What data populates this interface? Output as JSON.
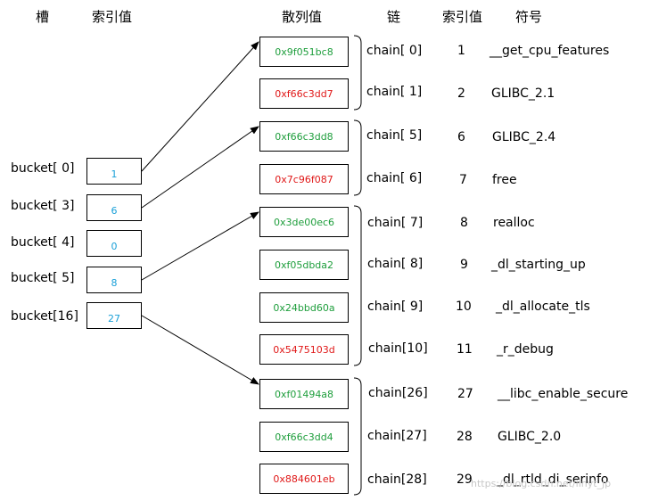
{
  "headers": {
    "slot": "槽",
    "index_left": "索引值",
    "hash": "散列值",
    "chain": "链",
    "index_right": "索引值",
    "symbol": "符号"
  },
  "colors": {
    "green": "#1e9e3c",
    "red": "#e01818",
    "blue": "#1aa0d8"
  },
  "buckets": [
    {
      "label": "bucket[ 0]",
      "value": "1"
    },
    {
      "label": "bucket[ 3]",
      "value": "6"
    },
    {
      "label": "bucket[ 4]",
      "value": "0"
    },
    {
      "label": "bucket[ 5]",
      "value": "8"
    },
    {
      "label": "bucket[16]",
      "value": "27"
    }
  ],
  "entries": [
    {
      "hash": "0x9f051bc8",
      "color": "green",
      "chain": "chain[ 0]",
      "index": "1",
      "symbol": "__get_cpu_features"
    },
    {
      "hash": "0xf66c3dd7",
      "color": "red",
      "chain": "chain[ 1]",
      "index": "2",
      "symbol": "GLIBC_2.1"
    },
    {
      "hash": "0xf66c3dd8",
      "color": "green",
      "chain": "chain[ 5]",
      "index": "6",
      "symbol": "GLIBC_2.4"
    },
    {
      "hash": "0x7c96f087",
      "color": "red",
      "chain": "chain[ 6]",
      "index": "7",
      "symbol": "free"
    },
    {
      "hash": "0x3de00ec6",
      "color": "green",
      "chain": "chain[ 7]",
      "index": "8",
      "symbol": "realloc"
    },
    {
      "hash": "0xf05dbda2",
      "color": "green",
      "chain": "chain[ 8]",
      "index": "9",
      "symbol": "_dl_starting_up"
    },
    {
      "hash": "0x24bbd60a",
      "color": "green",
      "chain": "chain[ 9]",
      "index": "10",
      "symbol": "_dl_allocate_tls"
    },
    {
      "hash": "0x5475103d",
      "color": "red",
      "chain": "chain[10]",
      "index": "11",
      "symbol": "_r_debug"
    },
    {
      "hash": "0xf01494a8",
      "color": "green",
      "chain": "chain[26]",
      "index": "27",
      "symbol": "__libc_enable_secure"
    },
    {
      "hash": "0xf66c3dd4",
      "color": "green",
      "chain": "chain[27]",
      "index": "28",
      "symbol": "GLIBC_2.0"
    },
    {
      "hash": "0x884601eb",
      "color": "red",
      "chain": "chain[28]",
      "index": "29",
      "symbol": "_dl_rtld_di_serinfo"
    }
  ],
  "groups": [
    [
      0,
      1
    ],
    [
      2,
      3
    ],
    [
      4,
      5,
      6,
      7
    ],
    [
      8,
      9,
      10
    ]
  ],
  "links": [
    [
      0,
      0
    ],
    [
      1,
      2
    ],
    [
      3,
      4
    ],
    [
      4,
      8
    ]
  ],
  "watermark": "https://blog.csdn.net/linyt_jp"
}
